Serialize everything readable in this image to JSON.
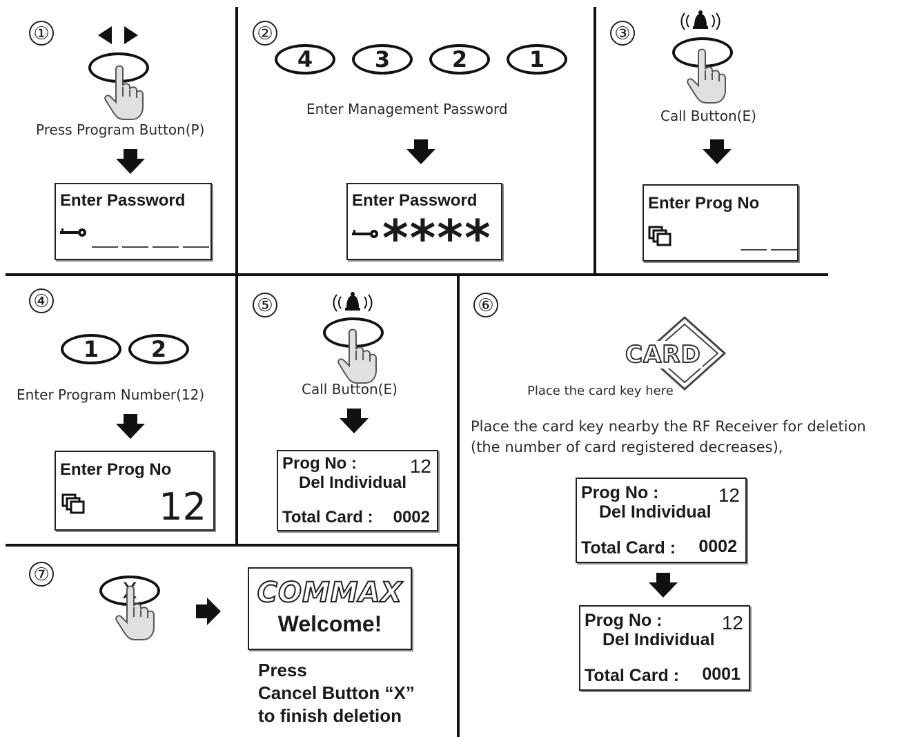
{
  "steps": [
    {
      "number": "①",
      "caption": "Press Program Button(P)",
      "lcd_title": "Enter Password"
    },
    {
      "number": "②",
      "keys": [
        "4",
        "3",
        "2",
        "1"
      ],
      "caption": "Enter Management Password",
      "lcd_title": "Enter Password",
      "lcd_value": "****"
    },
    {
      "number": "③",
      "caption": "Call Button(E)",
      "lcd_title": "Enter Prog  No"
    },
    {
      "number": "④",
      "keys": [
        "1",
        "2"
      ],
      "caption": "Enter Program Number(12)",
      "lcd_title": "Enter Prog  No",
      "lcd_value": "12"
    },
    {
      "number": "⑤",
      "caption": "Call  Button(E)",
      "lcd": {
        "prog_label": "Prog No :",
        "prog_value": "12",
        "mode": "Del Individual",
        "total_label": "Total Card :",
        "total_value": "0002"
      }
    },
    {
      "number": "⑥",
      "card_label": "CARD",
      "card_hint": "Place the card key here",
      "instruction_line1": "Place the card key nearby the RF Receiver for deletion",
      "instruction_line2": "(the number of card registered decreases),",
      "lcd_before": {
        "prog_label": "Prog No :",
        "prog_value": "12",
        "mode": "Del Individual",
        "total_label": "Total Card :",
        "total_value": "0002"
      },
      "lcd_after": {
        "prog_label": "Prog No :",
        "prog_value": "12",
        "mode": "Del Individual",
        "total_label": "Total Card :",
        "total_value": "0001"
      }
    },
    {
      "number": "⑦",
      "key": "X",
      "brand": "COMMAX",
      "welcome": "Welcome!",
      "note_line1": "Press",
      "note_line2": "Cancel Button “X”",
      "note_line3": "to finish deletion"
    }
  ]
}
